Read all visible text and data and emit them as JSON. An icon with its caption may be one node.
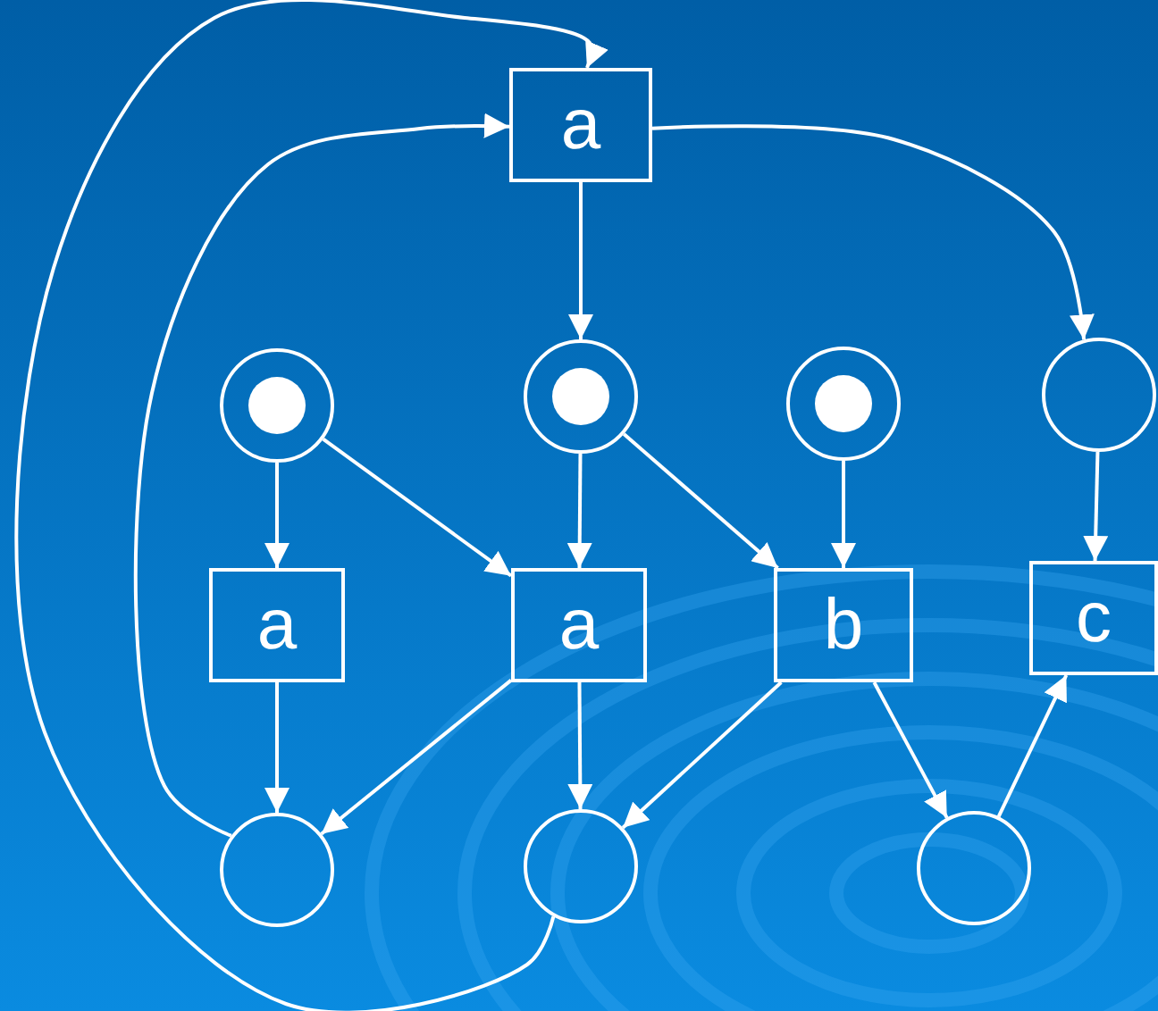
{
  "diagram": {
    "nodes": [
      {
        "text": [
          "a"
        ]
      },
      {
        "text": [],
        "shape": "circle"
      },
      {
        "text": [],
        "shape": "dot",
        "in": 1
      },
      {
        "text": [],
        "shape": "circle"
      },
      {
        "text": [],
        "shape": "dot",
        "in": 3
      },
      {
        "text": [],
        "shape": "circle"
      },
      {
        "text": [],
        "shape": "dot",
        "in": 5
      },
      {
        "text": [],
        "shape": "circle"
      },
      {
        "text": [
          "a"
        ]
      },
      {
        "text": [
          "a"
        ]
      },
      {
        "text": [
          "b"
        ]
      },
      {
        "text": [
          "c"
        ]
      },
      {
        "text": [],
        "shape": "circle"
      },
      {
        "text": [],
        "shape": "circle"
      },
      {
        "text": [],
        "shape": "circle"
      }
    ],
    "edges": [
      {
        "from": 0,
        "to": 7,
        "arrow": "to"
      },
      {
        "from": 0,
        "to": 3,
        "arrow": "to"
      },
      {
        "from": 12,
        "to": 0,
        "arrow": "to"
      },
      {
        "from": 13,
        "to": 0,
        "arrow": "to"
      },
      {
        "from": 1,
        "to": 8,
        "arrow": "to"
      },
      {
        "from": 1,
        "to": 9,
        "arrow": "to"
      },
      {
        "from": 3,
        "to": 9,
        "arrow": "to"
      },
      {
        "from": 3,
        "to": 10,
        "arrow": "to"
      },
      {
        "from": 5,
        "to": 10,
        "arrow": "to"
      },
      {
        "from": 7,
        "to": 11,
        "arrow": "to"
      },
      {
        "from": 8,
        "to": 12,
        "arrow": "to"
      },
      {
        "from": 9,
        "to": 12,
        "arrow": "to"
      },
      {
        "from": 9,
        "to": 13,
        "arrow": "to"
      },
      {
        "from": 10,
        "to": 13,
        "arrow": "to"
      },
      {
        "from": 10,
        "to": 14,
        "arrow": "to"
      },
      {
        "from": 14,
        "to": 11,
        "arrow": "to"
      }
    ]
  }
}
